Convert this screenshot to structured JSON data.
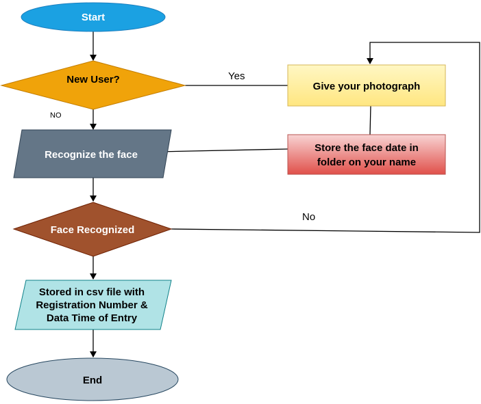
{
  "nodes": {
    "start": {
      "label": "Start",
      "fill": "#1ba1e2",
      "text_color": "#ffffff"
    },
    "new_user": {
      "label": "New User?",
      "fill": "#f0a30a",
      "text_color": "#000000"
    },
    "give_photo": {
      "label": "Give your photograph",
      "fill": "#fff2a8",
      "text_color": "#000000"
    },
    "store_face": {
      "lines": [
        "Store the face date in",
        "folder on your name"
      ],
      "fill": "#ea6b66",
      "text_color": "#000000"
    },
    "recognize": {
      "label": "Recognize the face",
      "fill": "#647687",
      "text_color": "#ffffff"
    },
    "face_recognized": {
      "label": "Face Recognized",
      "fill": "#a0522d",
      "text_color": "#ffffff"
    },
    "stored_csv": {
      "lines": [
        "Stored in csv file with",
        "Registration Number &",
        "Data Time of Entry"
      ],
      "fill": "#b0e3e6",
      "text_color": "#000000"
    },
    "end": {
      "label": "End",
      "fill": "#bac8d3",
      "text_color": "#000000"
    }
  },
  "edge_labels": {
    "yes": "Yes",
    "no_lower": "NO",
    "no_loop": "No"
  }
}
